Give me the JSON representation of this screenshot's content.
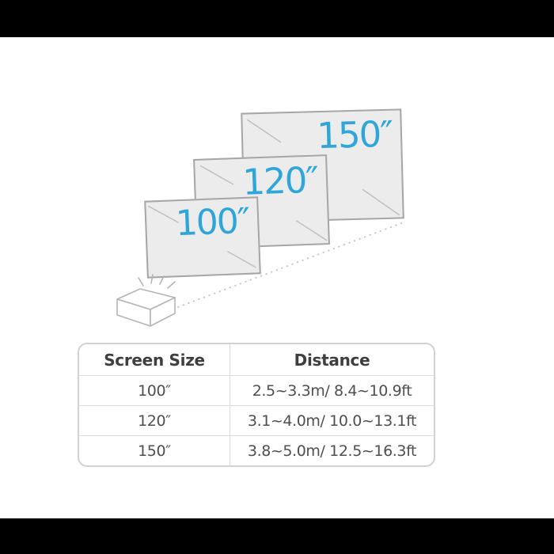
{
  "colors": {
    "accent_blue": "#2fa6d9",
    "screen_fill": "#ececec",
    "screen_border": "#a6a6a6",
    "table_border": "#d2d2d2",
    "header_text": "#3e3e3e",
    "cell_text": "#4f4f4f",
    "letterbox": "#000000"
  },
  "diagram": {
    "screens": [
      {
        "label": "150″",
        "size_inches": 150
      },
      {
        "label": "120″",
        "size_inches": 120
      },
      {
        "label": "100″",
        "size_inches": 100
      }
    ],
    "projector_icon": "ultra-short-throw-projector-box",
    "beam_style": "dotted-line-from-projector-to-screens"
  },
  "table": {
    "headers": [
      "Screen Size",
      "Distance"
    ],
    "rows": [
      {
        "size": "100″",
        "distance": "2.5~3.3m/ 8.4~10.9ft"
      },
      {
        "size": "120″",
        "distance": "3.1~4.0m/ 10.0~13.1ft"
      },
      {
        "size": "150″",
        "distance": "3.8~5.0m/ 12.5~16.3ft"
      }
    ]
  }
}
